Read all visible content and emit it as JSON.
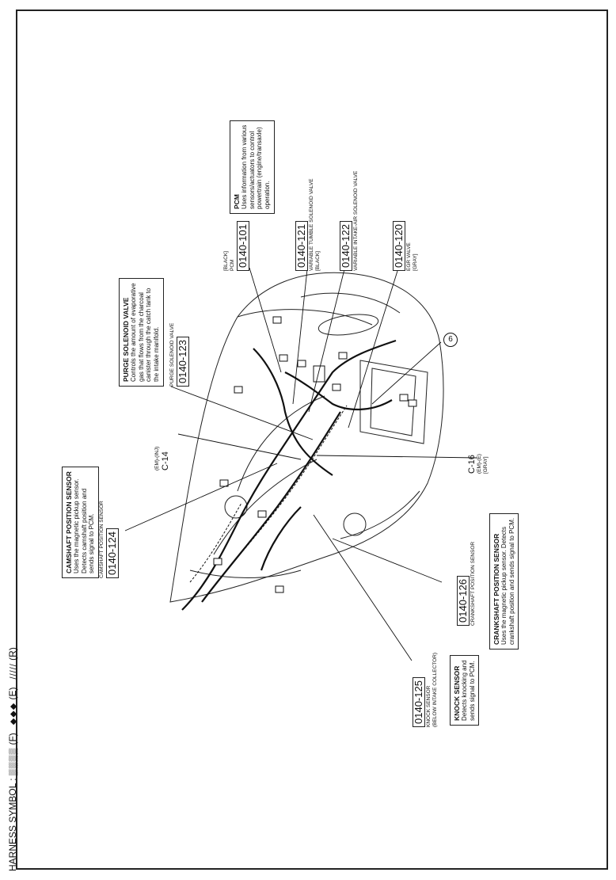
{
  "legend": {
    "prefix": "HARNESS SYMBOL :",
    "f_glyph": "▒▒▒▒",
    "f_label": "(F)",
    "e_glyph": "◆◆◆",
    "e_label": "(E)",
    "r_glyph": "/////",
    "r_label": "(R)"
  },
  "components": {
    "camshaft": {
      "title": "CAMSHAFT POSITION SENSOR",
      "desc": [
        "Uses the magnetic pickup sensor.",
        "Detects camshaft position and",
        "sends signal to PCM."
      ],
      "name": "CAMSHAFT POSITION SENSOR",
      "code": "0140-124"
    },
    "purge": {
      "title": "PURGE SOLENOID VALVE",
      "desc": [
        "Controls the amount of evaporative",
        "gas that flows from the charcoal",
        "canister through the catch tank to",
        "the intake manifold."
      ],
      "name": "PURGE SOLENOID VALVE",
      "code": "0140-123"
    },
    "pcm": {
      "title": "PCM",
      "desc": [
        "Uses information from various",
        "sensors/actuators to control",
        "powertrain (engine/transaxle)",
        "operation."
      ],
      "color": "[BLACK]",
      "name": "PCM",
      "code": "0140-101"
    },
    "tumble": {
      "code": "0140-121",
      "name": "VARIABLE TUMBLE SOLENOID VALVE",
      "color": "[BLACK]"
    },
    "intake_air": {
      "code": "0140-122",
      "name": "VARIABLE INTAKE-AIR SOLENOID VALVE"
    },
    "egr": {
      "code": "0140-120",
      "name": "EGR VALVE",
      "color": "[GRAY]"
    },
    "knock": {
      "code": "0140-125",
      "name": "KNOCK SENSOR",
      "sub": "(BELOW INTAKE COLLECTOR)",
      "title": "KNOCK SENSOR",
      "desc": [
        "Detects knocking and",
        "sends signal to PCM."
      ]
    },
    "crank": {
      "code": "0140-126",
      "name": "CRANKSHAFT POSITION SENSOR",
      "title": "CRANKSHAFT POSITION SENSOR",
      "desc": [
        "Uses the magnetic pickup sensor. Detects",
        "crankshaft position and sends signal to PCM."
      ]
    }
  },
  "connectors": {
    "c14": {
      "label": "C-14",
      "sub": "(EM)-(INJ)"
    },
    "c16": {
      "label": "C-16",
      "sub": "(EM)-(E)",
      "color": "[GRAY]"
    },
    "six": {
      "label": "6"
    }
  },
  "colors": {
    "ink": "#111111",
    "frame": "#222222"
  }
}
